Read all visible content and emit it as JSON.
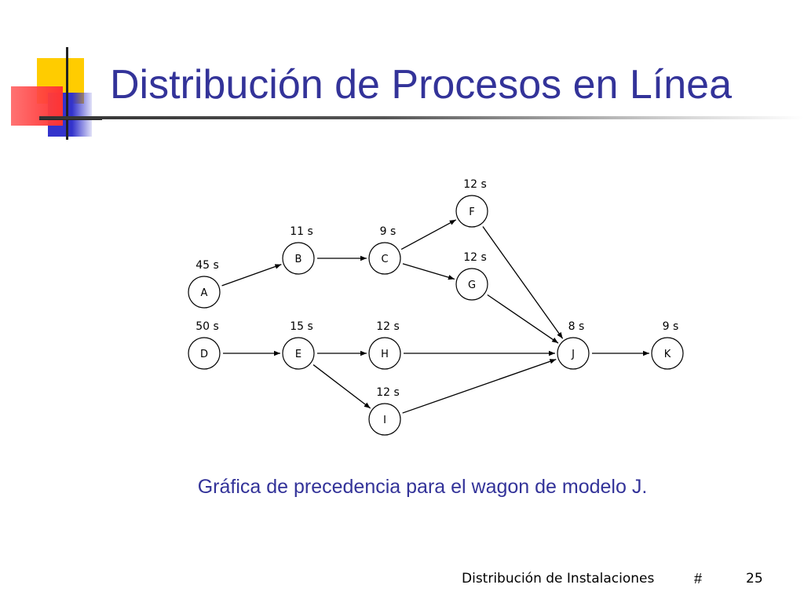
{
  "slide": {
    "title": "Distribución de Procesos en Línea",
    "caption": "Gráfica de precedencia para el wagon de modelo J.",
    "footer_course": "Distribución de Instalaciones",
    "footer_hash": "#",
    "page_number": "25"
  },
  "colors": {
    "title": "#333399",
    "deco_yellow": "#ffcc00",
    "deco_red": "#ff3333",
    "deco_blue": "#3333cc"
  },
  "diagram": {
    "nodes": [
      {
        "id": "A",
        "time": "45 s"
      },
      {
        "id": "B",
        "time": "11 s"
      },
      {
        "id": "C",
        "time": "9 s"
      },
      {
        "id": "F",
        "time": "12 s"
      },
      {
        "id": "G",
        "time": "12 s"
      },
      {
        "id": "D",
        "time": "50 s"
      },
      {
        "id": "E",
        "time": "15 s"
      },
      {
        "id": "H",
        "time": "12 s"
      },
      {
        "id": "I",
        "time": "12 s"
      },
      {
        "id": "J",
        "time": "8 s"
      },
      {
        "id": "K",
        "time": "9 s"
      }
    ],
    "edges": [
      [
        "A",
        "B"
      ],
      [
        "B",
        "C"
      ],
      [
        "C",
        "F"
      ],
      [
        "C",
        "G"
      ],
      [
        "F",
        "J"
      ],
      [
        "G",
        "J"
      ],
      [
        "D",
        "E"
      ],
      [
        "E",
        "H"
      ],
      [
        "E",
        "I"
      ],
      [
        "H",
        "J"
      ],
      [
        "I",
        "J"
      ],
      [
        "J",
        "K"
      ]
    ]
  }
}
